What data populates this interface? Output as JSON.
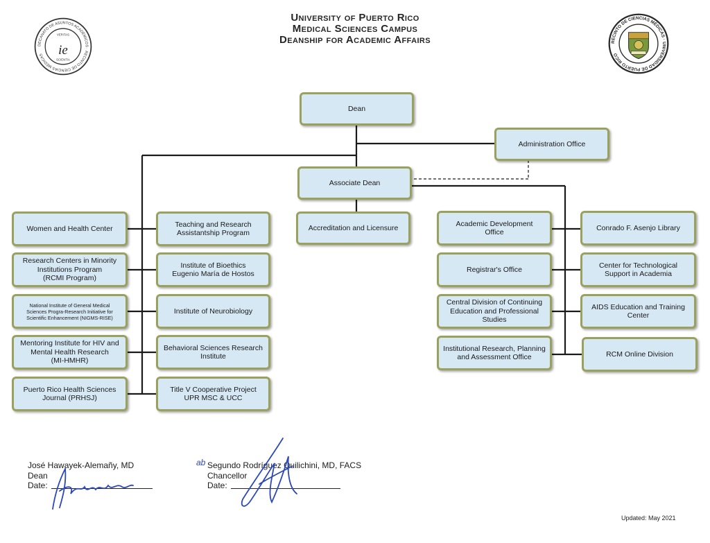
{
  "header": {
    "line1": "University of Puerto Rico",
    "line2": "Medical Sciences Campus",
    "line3": "Deanship for Academic Affairs"
  },
  "seals": {
    "left_text": "DECANATO DE ASUNTOS ACADÉMICOS · RECINTO DE CIENCIAS MÉDICAS",
    "left_top": "VERITAS",
    "left_mark": "ie",
    "left_bottom": "SCIENTIA",
    "right_text": "RECINTO DE CIENCIAS MÉDICAS · UNIVERSIDAD DE PUERTO RICO"
  },
  "nodes": {
    "dean": "Dean",
    "admin": "Administration Office",
    "assoc": "Associate Dean",
    "accred": "Accreditation and Licensure",
    "women": "Women and Health Center",
    "rcmi": "Research Centers in Minority\nInstitutions Program\n(RCMI Program)",
    "nigms": "National Institute of General Medical\nSciences Progra-Research Initiative for\nScientific Enhancement (NIGMS-RISE)",
    "mentoring": "Mentoring Institute for HIV and\nMental Health Research\n(MI-HMHR)",
    "prhsj": "Puerto Rico Health Sciences\nJournal (PRHSJ)",
    "tra": "Teaching and Research\nAssistantship Program",
    "bioethics": "Institute of Bioethics\nEugenio María de Hostos",
    "neuro": "Institute of Neurobiology",
    "behav": "Behavioral Sciences Research\nInstitute",
    "titlev": "Title V Cooperative Project\nUPR MSC & UCC",
    "acaddev": "Academic Development\nOffice",
    "registrar": "Registrar's Office",
    "continuing": "Central Division of Continuing\nEducation and Professional\nStudies",
    "institutional": "Institutional Research, Planning\nand Assessment Office",
    "library": "Conrado F. Asenjo Library",
    "techsupport": "Center for Technological\nSupport in Academia",
    "aids": "AIDS Education and Training\nCenter",
    "rcm": "RCM Online Division"
  },
  "signatures": {
    "left": {
      "name": "José Hawayek-Alemañy, MD",
      "title": "Dean",
      "date_label": "Date:"
    },
    "right": {
      "initials": "ab",
      "name": "Segundo Rodríguez Quilichini, MD, FACS",
      "title": "Chancellor",
      "date_label": "Date:"
    }
  },
  "updated": "Updated:  May 2021",
  "colors": {
    "box_fill": "#d6e8f4",
    "box_border": "#9aa15e",
    "line": "#1a1a1a",
    "signature_ink": "#2b47b8"
  }
}
